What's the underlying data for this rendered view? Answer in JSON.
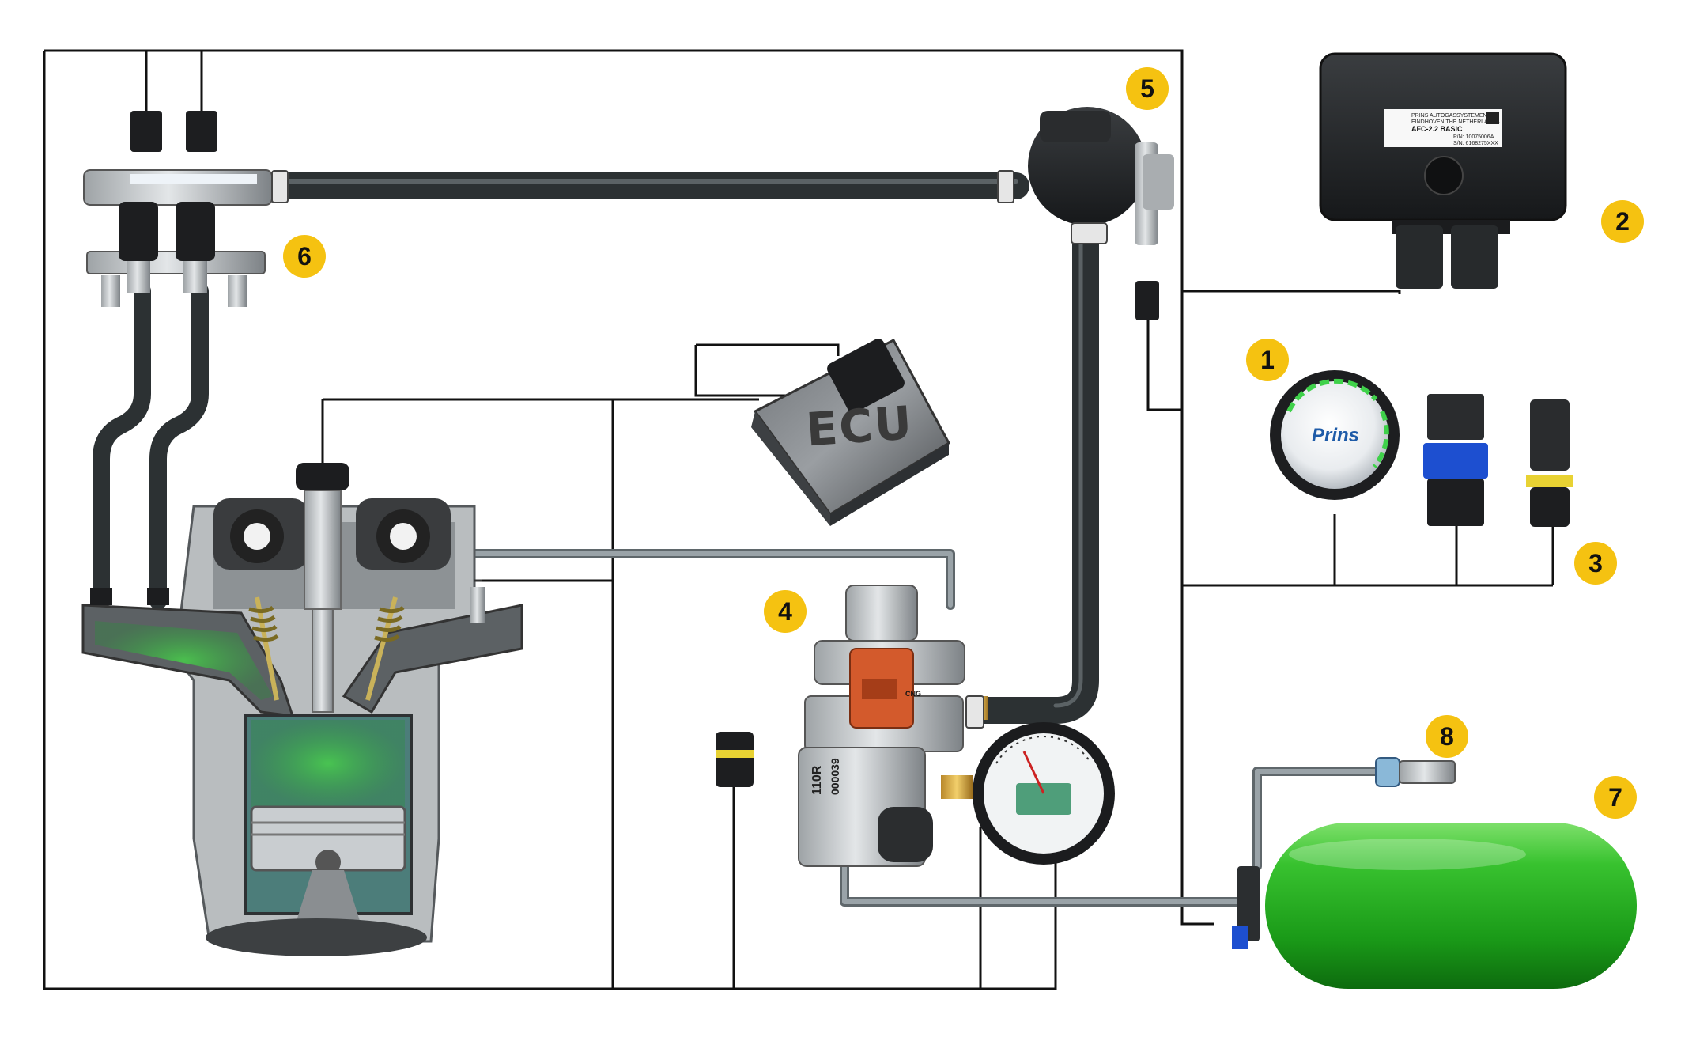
{
  "colors": {
    "badge": "#f5c211",
    "wire": "#111111",
    "fuel_hose": "#3b4042",
    "gas_pipe": "#8e979c",
    "tank": "#22b21f",
    "led_ring": "#3fd14a",
    "brand_blue": "#1e5ba8",
    "connector_blue": "#1d4fd0",
    "connector_yellow": "#e8d233",
    "regulator_cap": "#d85a2b"
  },
  "badges": [
    {
      "id": "1",
      "label": "1"
    },
    {
      "id": "2",
      "label": "2"
    },
    {
      "id": "3",
      "label": "3"
    },
    {
      "id": "4",
      "label": "4"
    },
    {
      "id": "5",
      "label": "5"
    },
    {
      "id": "6",
      "label": "6"
    },
    {
      "id": "7",
      "label": "7"
    },
    {
      "id": "8",
      "label": "8"
    }
  ],
  "components": {
    "switch": {
      "brand": "Prins",
      "icon": "fuel-switch-icon"
    },
    "gas_ecu": {
      "icon": "gas-controller-icon",
      "label_lines": [
        "PRINS AUTOGASSYSTEMEN BV",
        "EINDHOVEN THE NETHERLANDS"
      ],
      "model": "AFC-2.2 BASIC",
      "detail_lines": [
        "P/N: 10075006A",
        "S/N: 6168275XXX"
      ]
    },
    "car_ecu": {
      "label": "ECU",
      "icon": "engine-ecu-icon"
    },
    "regulator": {
      "icon": "pressure-regulator-icon",
      "markings": [
        "CNG",
        "110R",
        "000039"
      ]
    },
    "filter": {
      "icon": "gas-filter-icon"
    },
    "injector_rail": {
      "icon": "injector-rail-icon"
    },
    "tank": {
      "icon": "cng-tank-icon"
    },
    "filling_valve": {
      "icon": "filling-valve-icon"
    },
    "engine": {
      "icon": "engine-cutaway-icon"
    },
    "gauge": {
      "icon": "pressure-gauge-icon"
    }
  }
}
